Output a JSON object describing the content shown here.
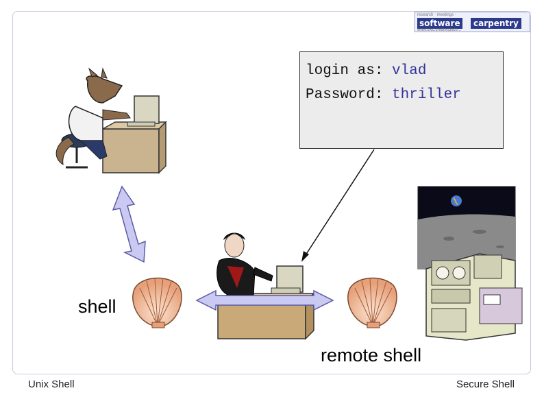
{
  "logo": {
    "tagline_top": "research · meetings ·",
    "word1": "software",
    "word2": "carpentry",
    "tagline_bottom": "www.swc.createspace..."
  },
  "terminal": {
    "line1_prompt": "login as: ",
    "line1_value": "vlad",
    "line2_prompt": "Password: ",
    "line2_value": "thriller"
  },
  "labels": {
    "shell": "shell",
    "remote_shell": "remote shell"
  },
  "footer": {
    "left": "Unix Shell",
    "right": "Secure Shell"
  },
  "colors": {
    "arrow_fill": "#c9c9f2",
    "arrow_stroke": "#5a5aa8",
    "shell_fill": "#f3c6a8",
    "moon_sky": "#0a0a18"
  }
}
